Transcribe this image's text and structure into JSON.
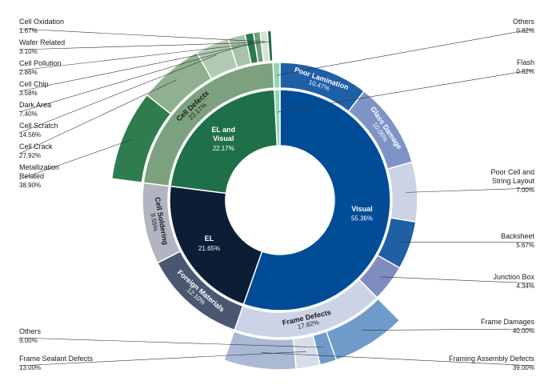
{
  "chart_data": {
    "type": "sunburst",
    "inner": [
      {
        "name": "Visual",
        "pct": "55.36%",
        "value": 55.36,
        "color": "#004c97",
        "text": "#ffffff"
      },
      {
        "name": "EL",
        "pct": "21.65%",
        "value": 21.65,
        "color": "#0c1d36",
        "text": "#ffffff"
      },
      {
        "name": "EL and Visual",
        "pct": "22.17%",
        "value": 22.17,
        "color": "#1f7048",
        "text": "#ffffff"
      },
      {
        "name": "",
        "pct": "",
        "value": 0.82,
        "color": "#8fd6b0",
        "text": "#ffffff"
      }
    ],
    "middle": [
      {
        "name": "Poor Lamination",
        "pct": "10.47%",
        "value": 10.47,
        "color": "#1f5fa6",
        "text": "#ffffff"
      },
      {
        "name": "Glass Damage",
        "pct": "10.06%",
        "value": 10.06,
        "color": "#7e93c6",
        "text": "#ffffff"
      },
      {
        "name": "",
        "pct": "",
        "value": 7.0,
        "color": "#ccd3e6",
        "text": "#333333"
      },
      {
        "name": "",
        "pct": "",
        "value": 5.67,
        "color": "#1f5fa6",
        "text": "#ffffff"
      },
      {
        "name": "",
        "pct": "",
        "value": 4.34,
        "color": "#7f8cc0",
        "text": "#ffffff"
      },
      {
        "name": "Frame Defects",
        "pct": "17.82%",
        "value": 17.82,
        "color": "#ccd3e6",
        "text": "#1a1a1a"
      },
      {
        "name": "Foreign Materials",
        "pct": "12.10%",
        "value": 12.1,
        "color": "#4a5770",
        "text": "#ffffff"
      },
      {
        "name": "Cell Soldering",
        "pct": "9.55%",
        "value": 9.55,
        "color": "#b2b5c1",
        "text": "#1a1a1a"
      },
      {
        "name": "Cell Defects",
        "pct": "22.17%",
        "value": 22.17,
        "color": "#7ca17f",
        "text": "#1a1a1a"
      },
      {
        "name": "",
        "pct": "",
        "value": 0.82,
        "color": "#8fd6b0",
        "text": "#ffffff"
      }
    ],
    "frame_ring": [
      {
        "name": "Framing Assembly Defects",
        "value": 39.0,
        "color": "#a9b9d6"
      },
      {
        "name": "Frame Sealant Defects",
        "value": 13.0,
        "color": "#d8dee9"
      },
      {
        "name": "Others",
        "value": 9.0,
        "color": "#6f9bca"
      },
      {
        "name": "Frame Damages",
        "value": 40.0,
        "color": "#6f9bca"
      }
    ],
    "cell_ring": [
      {
        "name": "Metallization Related",
        "value": 38.9,
        "color": "#2f7d4f"
      },
      {
        "name": "Cell Crack",
        "value": 27.92,
        "color": "#8fb091"
      },
      {
        "name": "Cell Scratch",
        "value": 14.56,
        "color": "#b2c9b1"
      },
      {
        "name": "Dark Area",
        "value": 7.4,
        "color": "#a7c4aa"
      },
      {
        "name": "Cell Chip",
        "value": 3.58,
        "color": "#2a7a4c"
      },
      {
        "name": "Cell Pollution",
        "value": 2.86,
        "color": "#6f9f79"
      },
      {
        "name": "Wafer Related",
        "value": 3.1,
        "color": "#d7e3d5"
      },
      {
        "name": "Cell Oxidation",
        "value": 1.67,
        "color": "#216b42"
      }
    ],
    "left_labels": [
      {
        "name": "Cell Oxidation",
        "pct": "1.67%"
      },
      {
        "name": "Wafer Related",
        "pct": "3.10%"
      },
      {
        "name": "Cell Pollution",
        "pct": "2.86%"
      },
      {
        "name": "Cell Chip",
        "pct": "3.58%"
      },
      {
        "name": "Dark Area",
        "pct": "7.40%"
      },
      {
        "name": "Cell Scratch",
        "pct": "14.56%"
      },
      {
        "name": "Cell Crack",
        "pct": "27.92%"
      },
      {
        "name": "Metallization",
        "name2": "Related",
        "pct": "38.90%"
      }
    ],
    "right_labels": [
      {
        "name": "Others",
        "pct": "0.82%"
      },
      {
        "name": "Flash",
        "pct": "0.82%"
      },
      {
        "name": "Poor Cell and",
        "name2": "String Layout",
        "pct": "7.00%"
      },
      {
        "name": "Backsheet",
        "pct": "5.67%"
      },
      {
        "name": "Junction Box",
        "pct": "4.34%"
      },
      {
        "name": "Frame Damages",
        "pct": "40.00%"
      },
      {
        "name": "Framing Assembly Defects",
        "pct": "39.00%"
      }
    ],
    "bottom_left_labels": [
      {
        "name": "Others",
        "pct": "9.00%"
      },
      {
        "name": "Frame Sealant Defects",
        "pct": "13.00%"
      }
    ]
  }
}
